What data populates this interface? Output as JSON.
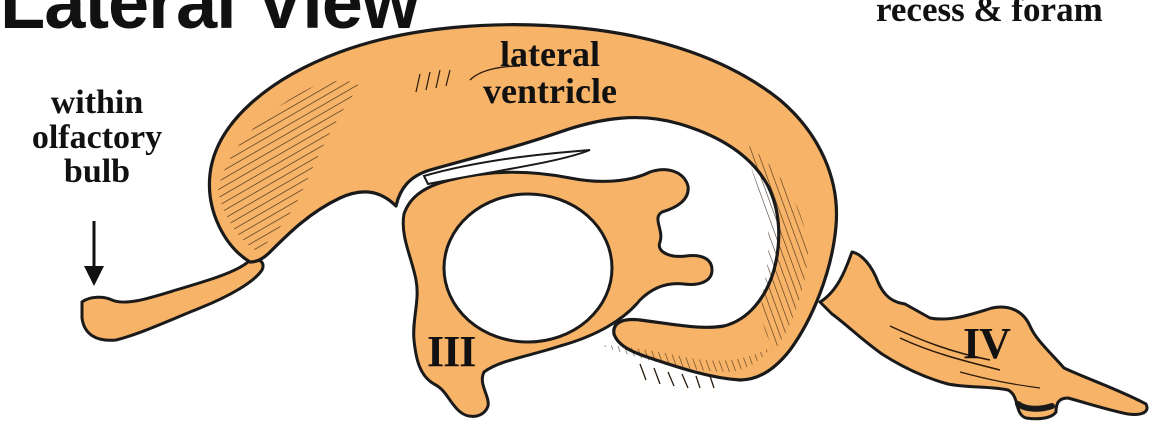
{
  "header": {
    "title": "Lateral View",
    "right_text": "recess & foram"
  },
  "labels": {
    "olfactory": [
      "within",
      "olfactory",
      "bulb"
    ],
    "lateral_ventricle": [
      "lateral",
      "ventricle"
    ],
    "third_ventricle": "III",
    "fourth_ventricle": "IV"
  },
  "colors": {
    "ventricle_fill": "#F7B368",
    "outline": "#1a1a1a",
    "background": "#ffffff"
  }
}
